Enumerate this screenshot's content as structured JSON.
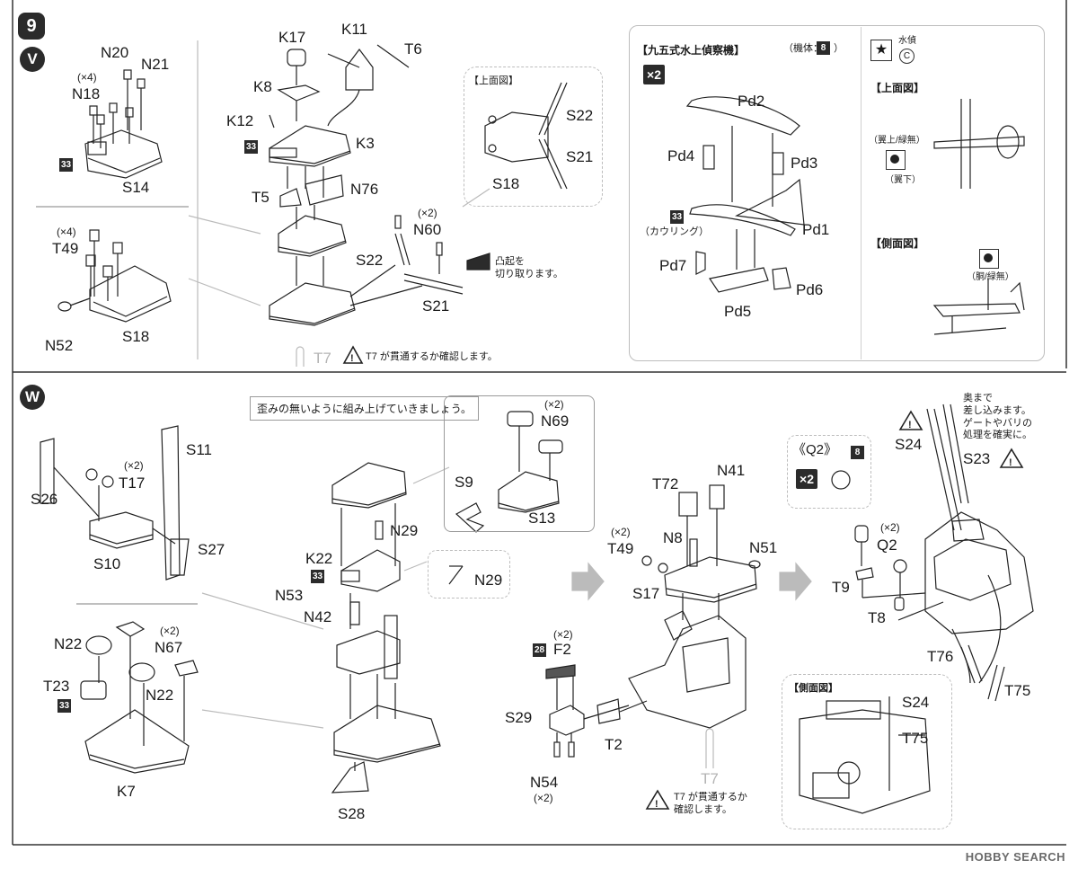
{
  "step_number": "9",
  "sections": {
    "v": "V",
    "w": "W"
  },
  "v_parts": {
    "n20": "N20",
    "n21": "N21",
    "n18": "N18",
    "n18_count": "(×4)",
    "s14": "S14",
    "p33_a": "33",
    "t49": "T49",
    "t49_count": "(×4)",
    "n52": "N52",
    "s18": "S18",
    "k17": "K17",
    "k11": "K11",
    "t6": "T6",
    "k8": "K8",
    "k12": "K12",
    "k3": "K3",
    "p33_b": "33",
    "t5": "T5",
    "n76": "N76",
    "n60": "N60",
    "n60_count": "(×2)",
    "s22": "S22",
    "s21": "S21",
    "t7": "T7",
    "t7_note": "T7 が貫通するか確認します。",
    "cut_note_line1": "凸起を",
    "cut_note_line2": "切り取ります。"
  },
  "top_view_inset": {
    "title": "【上面図】",
    "s22": "S22",
    "s21": "S21",
    "s18": "S18"
  },
  "aircraft_panel": {
    "title": "【九五式水上偵察機】",
    "body_label": "（機体：",
    "body_badge": "8",
    "body_close": "）",
    "multiplier": "×2",
    "pd2": "Pd2",
    "pd4": "Pd4",
    "pd3": "Pd3",
    "pd1": "Pd1",
    "pd7": "Pd7",
    "pd6": "Pd6",
    "pd5": "Pd5",
    "cowling_badge": "33",
    "cowling": "（カウリング）",
    "marking_icon": "star-badge-icon",
    "marking_label": "水偵",
    "marking_code": "C",
    "top_title": "【上面図】",
    "wing_upper": "（翼上/緑無）",
    "wing_lower": "（翼下）",
    "side_title": "【側面図】",
    "fuselage": "（胴/緑無）"
  },
  "w_parts": {
    "s26": "S26",
    "s11": "S11",
    "t17": "T17",
    "t17_count": "(×2)",
    "s27": "S27",
    "s10": "S10",
    "n22_a": "N22",
    "n67": "N67",
    "n67_count": "(×2)",
    "t23": "T23",
    "p33_c": "33",
    "n22_b": "N22",
    "k7": "K7",
    "instruction": "歪みの無いように組み上げていきましょう。",
    "n69": "N69",
    "n69_count": "(×2)",
    "s9": "S9",
    "s13": "S13",
    "n29": "N29",
    "k22": "K22",
    "p33_d": "33",
    "n53": "N53",
    "n42": "N42",
    "n29_inset": "N29",
    "s28": "S28",
    "t72": "T72",
    "n41": "N41",
    "t49": "T49",
    "t49_count": "(×2)",
    "n8": "N8",
    "n51": "N51",
    "s17": "S17",
    "f2": "F2",
    "f2_count": "(×2)",
    "p28": "28",
    "s29": "S29",
    "t2": "T2",
    "n54": "N54",
    "n54_count": "(×2)",
    "t7": "T7",
    "t7_note_line1": "T7 が貫通するか",
    "t7_note_line2": "確認します。",
    "q2_title": "《Q2》",
    "q2_badge": "8",
    "q2_multiplier": "×2",
    "q2": "Q2",
    "q2_count": "(×2)",
    "t9": "T9",
    "t8": "T8",
    "t76": "T76",
    "t75": "T75",
    "s24": "S24",
    "s23": "S23",
    "insert_note_1": "奥まで",
    "insert_note_2": "差し込みます。",
    "insert_note_3": "ゲートやバリの",
    "insert_note_4": "処理を確実に。",
    "side_title": "【側面図】",
    "side_s24": "S24",
    "side_t75": "T75"
  },
  "watermark": "HOBBY SEARCH"
}
